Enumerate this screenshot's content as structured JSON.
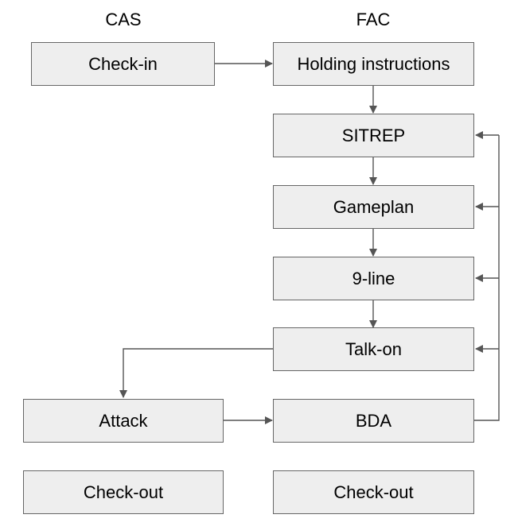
{
  "columns": {
    "left": "CAS",
    "right": "FAC"
  },
  "nodes": {
    "checkin": "Check-in",
    "holding": "Holding instructions",
    "sitrep": "SITREP",
    "gameplan": "Gameplan",
    "nine_line": "9-line",
    "talk_on": "Talk-on",
    "attack": "Attack",
    "bda": "BDA",
    "cas_checkout": "Check-out",
    "fac_checkout": "Check-out"
  },
  "colors": {
    "box_fill": "#eeeeee",
    "box_border": "#666666",
    "arrow": "#555555"
  }
}
